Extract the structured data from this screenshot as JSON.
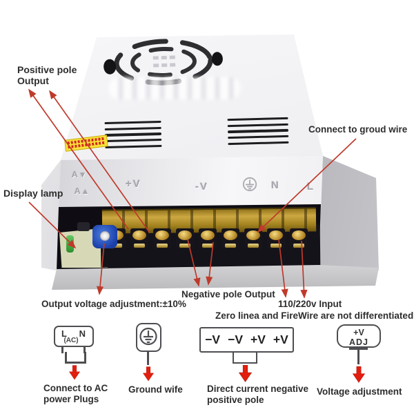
{
  "annotations": {
    "positive_pole": {
      "line1": "Positive pole",
      "line2": "Output"
    },
    "ground_wire": "Connect to groud wire",
    "display_lamp": "Display lamp",
    "output_voltage": "Output voltage adjustment:±10%",
    "negative_pole": "Negative pole Output",
    "input_voltage": "110/220v Input",
    "zero_line_note": "Zero linea and FireWire are not differentiated"
  },
  "psu": {
    "terminal_strip": {
      "pos": "+V",
      "neg": "-V",
      "neutral": "N",
      "live": "L"
    },
    "embossed_marks": {
      "top": "A▾",
      "bottom": "A▴"
    }
  },
  "legend": {
    "ac_plug": {
      "l": "L",
      "n": "N",
      "ac": "(AC)",
      "caption1": "Connect to AC",
      "caption2": "power Plugs"
    },
    "ground": {
      "caption": "Ground wife"
    },
    "dc_terminals": {
      "labels": [
        "−V",
        "−V",
        "+V",
        "+V"
      ],
      "caption1": "Direct current negative",
      "caption2": "positive pole"
    },
    "adjuster": {
      "line1": "+V",
      "line2": "ADJ",
      "caption": "Voltage adjustment"
    }
  },
  "colors": {
    "annotation_red": "#bf3a2b",
    "block_arrow_red": "#e31e0e"
  }
}
